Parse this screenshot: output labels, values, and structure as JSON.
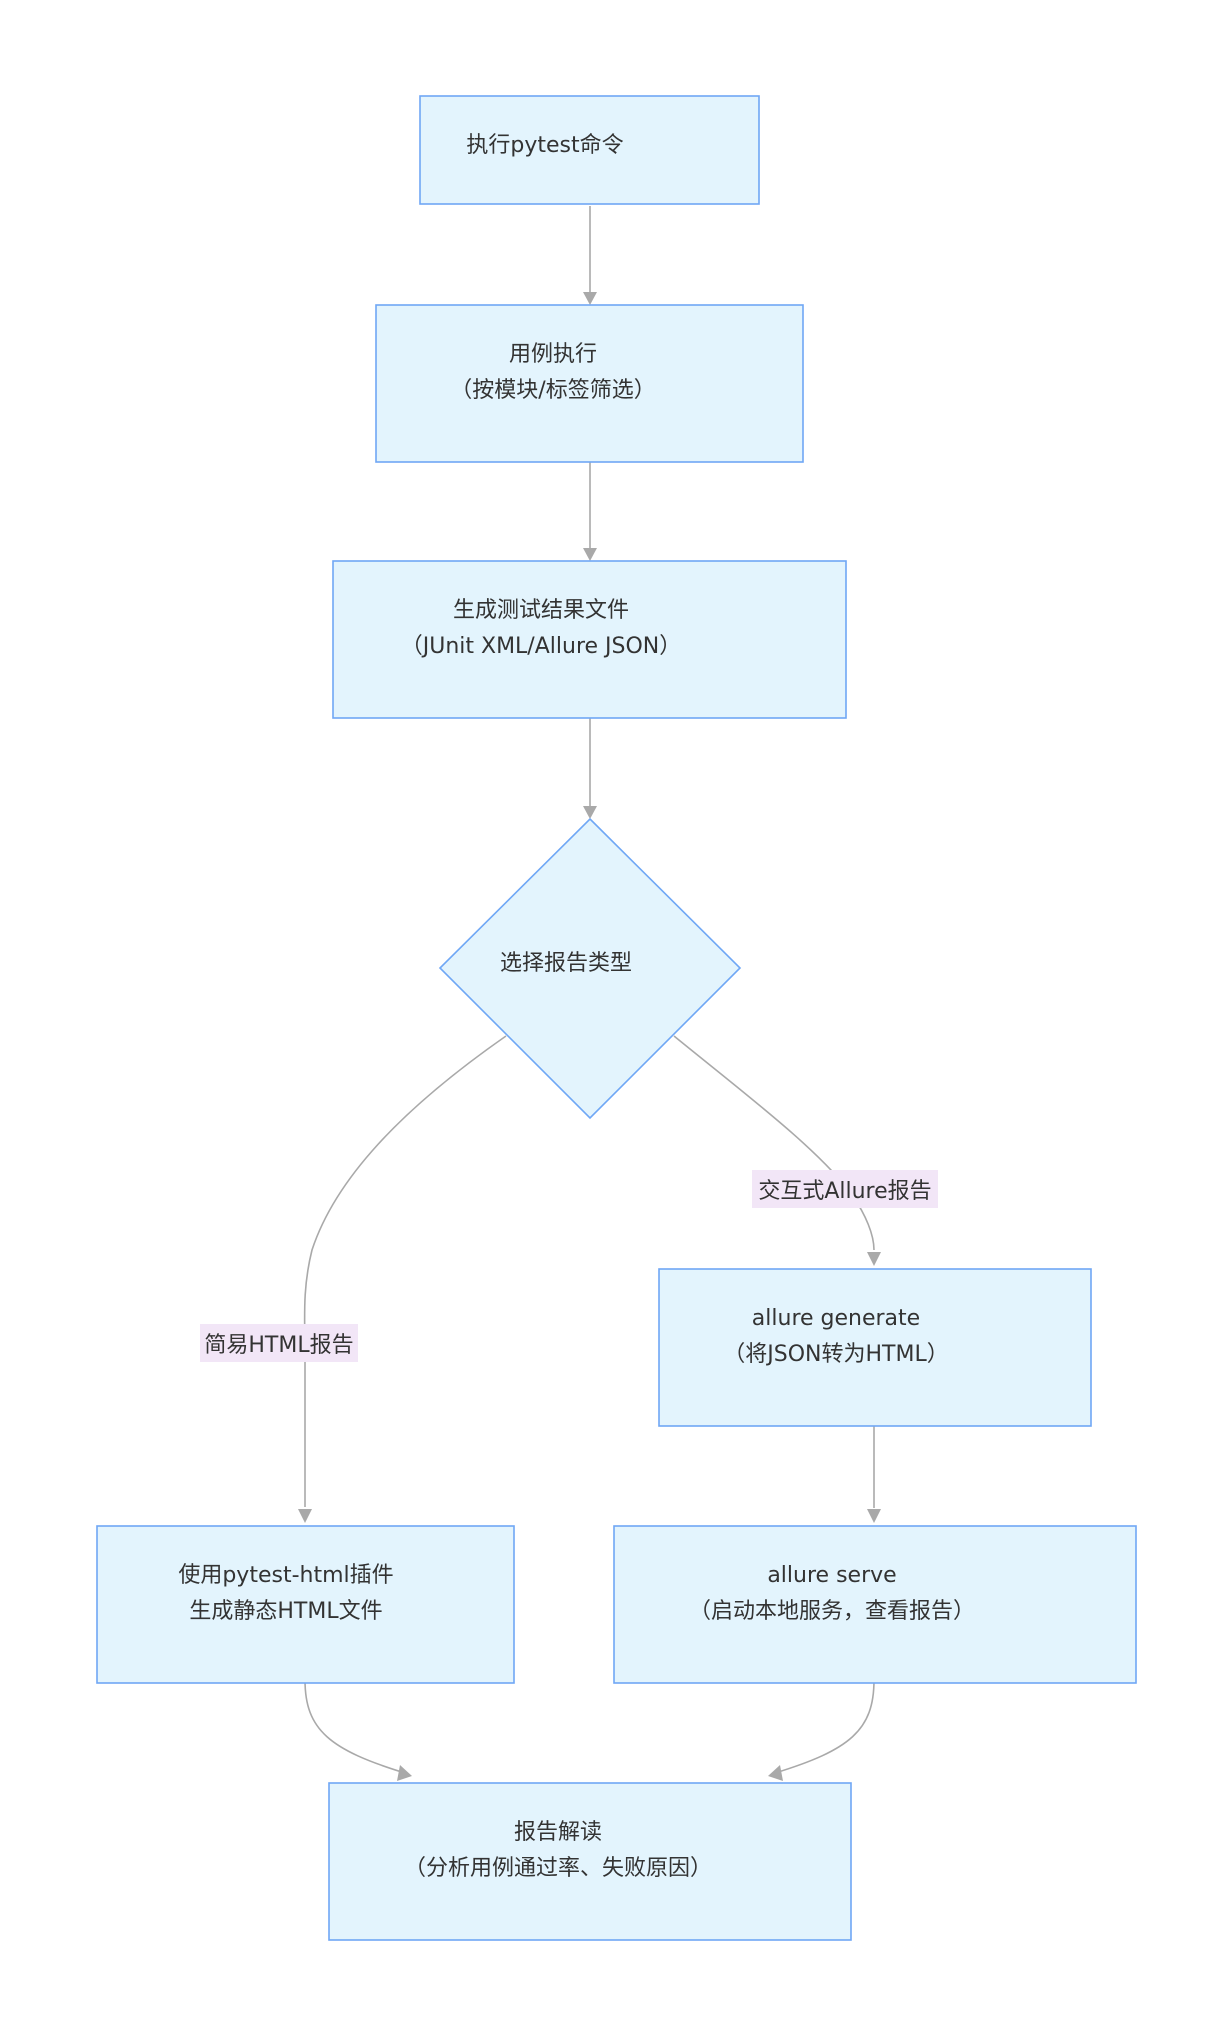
{
  "nodes": {
    "run_pytest": {
      "line1": "执行pytest命令"
    },
    "execute_cases": {
      "line1": "用例执行",
      "line2": "（按模块/标签筛选）"
    },
    "generate_results": {
      "line1": "生成测试结果文件",
      "line2": "（JUnit XML/Allure JSON）"
    },
    "choose_report": {
      "line1": "选择报告类型"
    },
    "allure_generate": {
      "line1": "allure generate",
      "line2": "（将JSON转为HTML）"
    },
    "pytest_html": {
      "line1": "使用pytest-html插件",
      "line2": "生成静态HTML文件"
    },
    "allure_serve": {
      "line1": "allure serve",
      "line2": "（启动本地服务，查看报告）"
    },
    "report_analysis": {
      "line1": "报告解读",
      "line2": "（分析用例通过率、失败原因）"
    }
  },
  "edges": {
    "interactive_allure": "交互式Allure报告",
    "simple_html": "简易HTML报告"
  },
  "colors": {
    "node_fill": "#e3f4fd",
    "node_stroke": "#6fa7f5",
    "edge": "#a9a9a9",
    "edge_label_bg": "#f2e6f7",
    "text": "#333333"
  }
}
